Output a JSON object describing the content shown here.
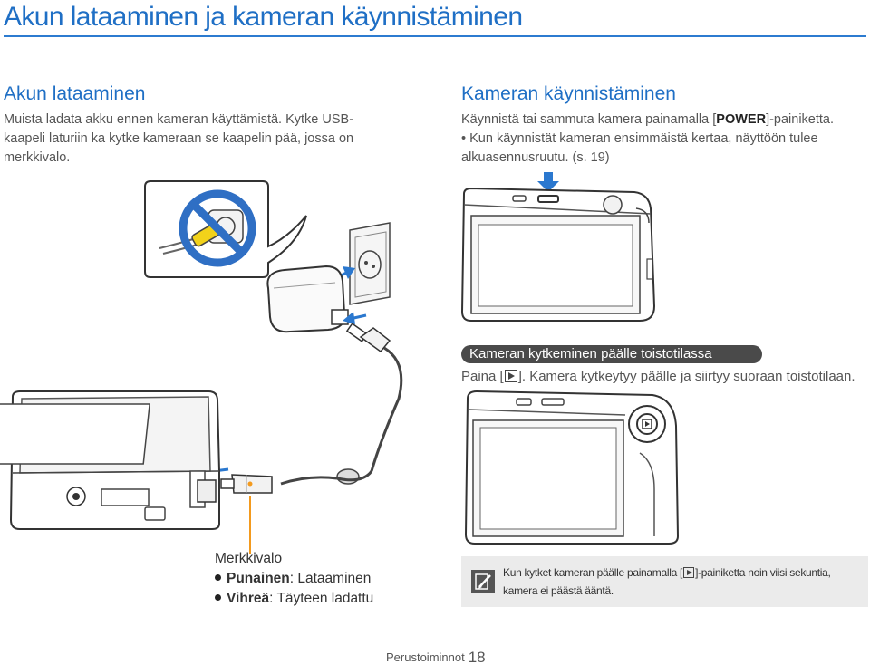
{
  "title": "Akun lataaminen ja kameran käynnistäminen",
  "charge": {
    "heading": "Akun lataaminen",
    "line1": "Muista ladata akku ennen kameran käyttämistä. Kytke USB-",
    "line2": "kaapeli laturiin ka kytke kameraan se kaapelin pää, jossa on",
    "line3": "merkkivalo."
  },
  "start": {
    "heading": "Kameran käynnistäminen",
    "line1_a": "Käynnistä tai sammuta kamera painamalla [",
    "power": "POWER",
    "line1_b": "]-painiketta.",
    "bullet": "•",
    "line2": "Kun käynnistät kameran ensimmäistä kertaa, näyttöön tulee",
    "line3": "alkuasennusruutu. (s. 19)"
  },
  "playback": {
    "pill": "Kameran kytkeminen päälle toistotilassa",
    "text_a": "Paina [",
    "text_b": "]. Kamera kytkeytyy päälle ja siirtyy suoraan toistotilaan."
  },
  "legend": {
    "title": "Merkkivalo",
    "red_label": "Punainen",
    "red_desc": ": Lataaminen",
    "green_label": "Vihreä",
    "green_desc": ": Täyteen ladattu"
  },
  "note": {
    "line1_a": "Kun kytket kameran päälle painamalla [",
    "line1_b": "]-painiketta noin viisi sekuntia,",
    "line2": "kamera ei päästä ääntä."
  },
  "footer": {
    "section": "Perustoiminnot",
    "page": "18"
  },
  "icons": {
    "note": "note-pencil-icon",
    "play": "playback-icon",
    "arrow": "arrow-down-icon",
    "prohibited": "prohibited-icon"
  },
  "colors": {
    "accent": "#1f6fc5",
    "led_line": "#f39a1e",
    "arrow": "#2b78cf",
    "note_bg": "#ebebeb"
  }
}
